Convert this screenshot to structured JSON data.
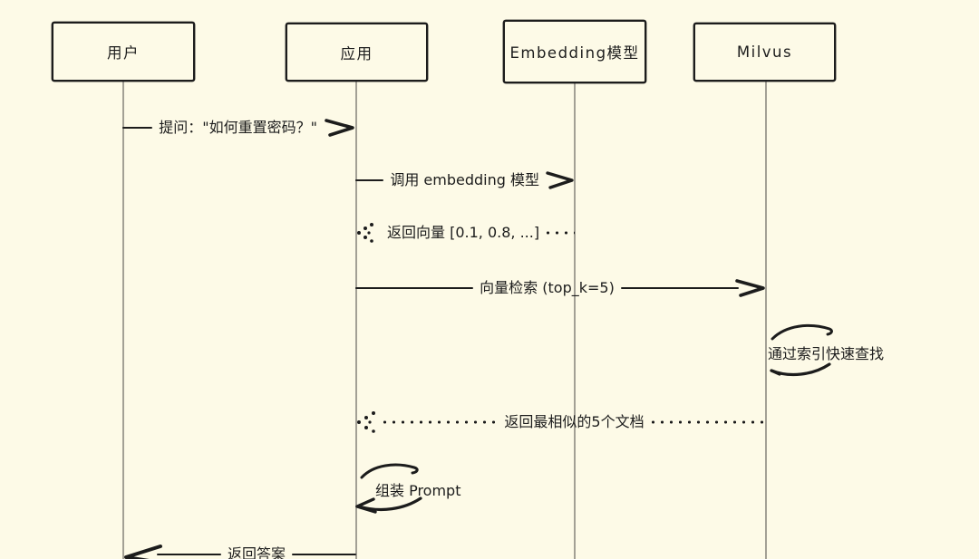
{
  "diagram": {
    "type": "sequence-diagram",
    "style": "hand-drawn",
    "background_color": "#fdfae7",
    "stroke_color": "#1c1c1c",
    "lifeline_color": "#a3a095"
  },
  "actors": [
    {
      "label": "用户"
    },
    {
      "label": "应用"
    },
    {
      "label": "Embedding模型"
    },
    {
      "label": "Milvus"
    }
  ],
  "messages": [
    {
      "label": "提问：\"如何重置密码？\"",
      "from": "用户",
      "to": "应用",
      "style": "solid-arrow"
    },
    {
      "label": "调用 embedding 模型",
      "from": "应用",
      "to": "Embedding模型",
      "style": "solid-arrow"
    },
    {
      "label": "返回向量 [0.1, 0.8, ...]",
      "from": "Embedding模型",
      "to": "应用",
      "style": "dotted-return-arrow"
    },
    {
      "label": "向量检索 (top_k=5)",
      "from": "应用",
      "to": "Milvus",
      "style": "solid-arrow"
    },
    {
      "label": "通过索引快速查找",
      "from": "Milvus",
      "to": "Milvus",
      "style": "self-loop-note"
    },
    {
      "label": "返回最相似的5个文档",
      "from": "Milvus",
      "to": "应用",
      "style": "dotted-return-arrow"
    },
    {
      "label": "组装 Prompt",
      "from": "应用",
      "to": "应用",
      "style": "self-loop-note"
    },
    {
      "label": "返回答案",
      "from": "应用",
      "to": "用户",
      "style": "solid-arrow"
    }
  ]
}
